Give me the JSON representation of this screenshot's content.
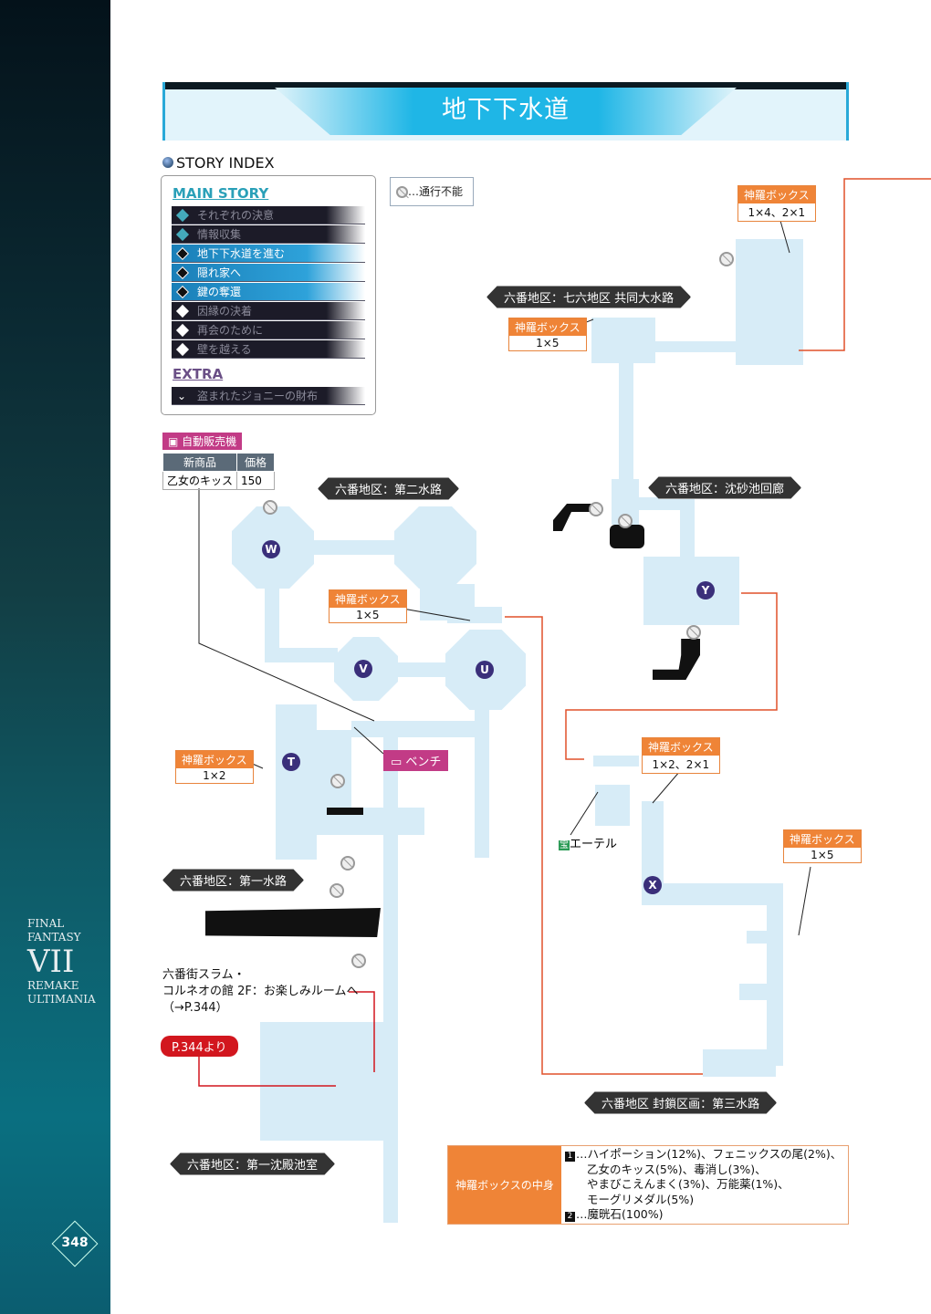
{
  "page_title": "地下下水道",
  "sidebar": {
    "logo_lines": [
      "FINAL FANTASY",
      "VII",
      "REMAKE",
      "ULTIMANIA"
    ],
    "page_number": "348"
  },
  "story_index": {
    "heading": "STORY INDEX",
    "main_label": "MAIN STORY",
    "main_items": [
      {
        "label": "それぞれの決意",
        "state": "done"
      },
      {
        "label": "情報収集",
        "state": "done"
      },
      {
        "label": "地下下水道を進む",
        "state": "current"
      },
      {
        "label": "隠れ家へ",
        "state": "current"
      },
      {
        "label": "鍵の奪還",
        "state": "current"
      },
      {
        "label": "因縁の決着",
        "state": "future"
      },
      {
        "label": "再会のために",
        "state": "future"
      },
      {
        "label": "壁を越える",
        "state": "future"
      }
    ],
    "extra_label": "EXTRA",
    "extra_items": [
      "盗まれたジョニーの財布"
    ]
  },
  "legend": {
    "impassable": "…通行不能"
  },
  "vending": {
    "title": "自動販売機",
    "headers": [
      "新商品",
      "価格"
    ],
    "rows": [
      [
        "乙女のキッス",
        "150"
      ]
    ]
  },
  "boxes": [
    {
      "title": "神羅ボックス",
      "value": "1×4、2×1"
    },
    {
      "title": "神羅ボックス",
      "value": "1×5"
    },
    {
      "title": "神羅ボックス",
      "value": "1×5"
    },
    {
      "title": "神羅ボックス",
      "value": "1×2"
    },
    {
      "title": "神羅ボックス",
      "value": "1×2、2×1"
    },
    {
      "title": "神羅ボックス",
      "value": "1×5"
    }
  ],
  "areas": [
    "六番地区：七六地区 共同大水路",
    "六番地区：沈砂池回廊",
    "六番地区：第二水路",
    "六番地区：第一水路",
    "六番地区 封鎖区画：第三水路",
    "六番地区：第一沈殿池室"
  ],
  "markers": [
    "W",
    "V",
    "U",
    "T",
    "Y",
    "X"
  ],
  "bench": "ベンチ",
  "ether": {
    "icon": "宝",
    "label": "エーテル"
  },
  "corneo": [
    "六番街スラム・",
    "コルネオの館 2F：お楽しみルームへ",
    "（→P.344）"
  ],
  "from_page": "P.344より",
  "contents": {
    "label": "神羅ボックスの中身",
    "num1": "1",
    "line1": "…ハイポーション(12%)、フェニックスの尾(2%)、",
    "line2": "乙女のキッス(5%)、毒消し(3%)、",
    "line3": "やまびこえんまく(3%)、万能薬(1%)、",
    "line4": "モーグリメダル(5%)",
    "num2": "2",
    "line5": "…魔晄石(100%)"
  },
  "colors": {
    "route": "#e0512a",
    "map": "#d7ecf7",
    "orange": "#ef8437",
    "accent": "#1fb6e6"
  }
}
